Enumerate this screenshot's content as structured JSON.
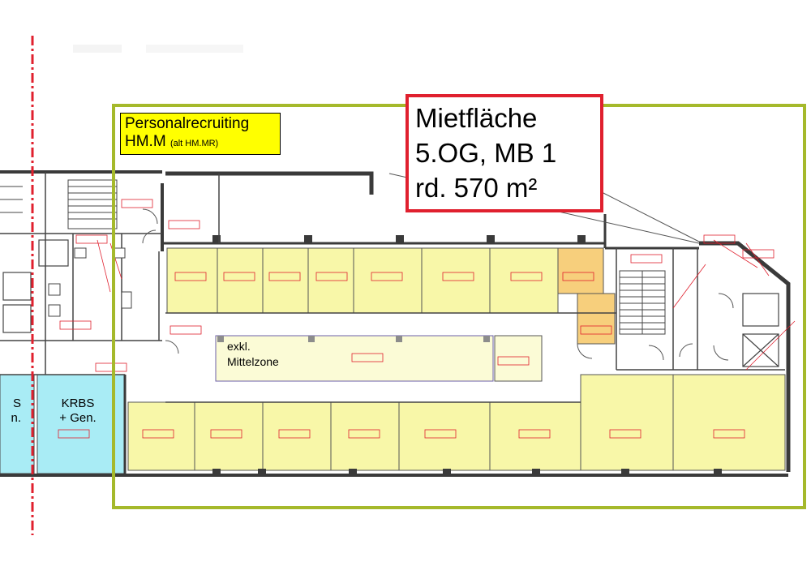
{
  "department": {
    "name": "Personalrecruiting",
    "code": "HM.M",
    "old_code": "(alt HM.MR)"
  },
  "rental_area": {
    "line1": "Mietfläche",
    "line2": "5.OG, MB 1",
    "line3": "rd. 570 m²"
  },
  "zone": {
    "line1": "exkl.",
    "line2": "Mittelzone"
  },
  "krbs": {
    "line1": "KRBS",
    "line2": "+ Gen.",
    "left_line1": "S",
    "left_line2": "n."
  },
  "colors": {
    "office_fill": "#f8f7a8",
    "boundary": "#a5b92b",
    "rental_border": "#e0202e",
    "dept_fill": "#ffff00",
    "krbs_fill": "#a9ecf5",
    "zone_fill": "#fbfbd6",
    "orange_fill": "#f7cf7c",
    "red_dashed": "#e0202e"
  }
}
